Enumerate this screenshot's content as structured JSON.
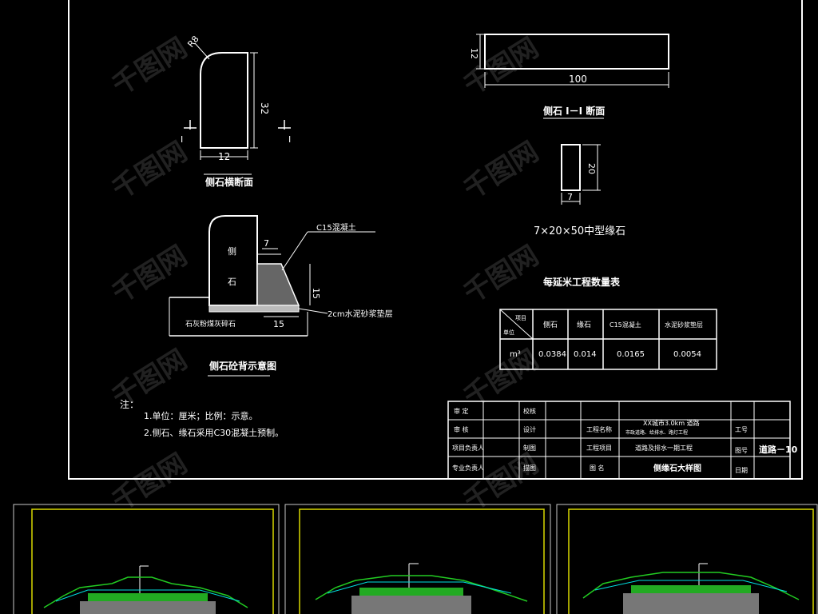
{
  "drawing": {
    "curb_section": {
      "title": "侧石横断面",
      "dim_radius": "R8",
      "dim_height": "32",
      "dim_width": "12",
      "cut_mark_left": "I",
      "cut_mark_right": "I"
    },
    "install_detail": {
      "title": "侧石砼背示意图",
      "curb_label_1": "侧",
      "curb_label_2": "石",
      "concrete_label": "C15混凝土",
      "mortar_label": "2cm水泥砂浆垫层",
      "base_label": "石灰粉煤灰碎石",
      "dim_top": "7",
      "dim_height": "15",
      "dim_bottom": "15"
    },
    "section_1_1": {
      "title": "侧石 I－I 断面",
      "dim_height": "12",
      "dim_length": "100"
    },
    "flat_stone": {
      "title": "7×20×50中型缘石",
      "dim_height": "20",
      "dim_width": "7"
    },
    "quantity_table": {
      "title": "每延米工程数量表",
      "header_corner_top": "项目",
      "header_corner_bottom": "单位",
      "columns": [
        "侧石",
        "缘石",
        "C15混凝土",
        "水泥砂浆垫层"
      ],
      "unit": "m³",
      "values": [
        "0.0384",
        "0.014",
        "0.0165",
        "0.0054"
      ]
    },
    "notes": {
      "heading": "注：",
      "line1": "1.单位：厘米；比例：示意。",
      "line2": "2.侧石、缘石采用C30混凝土预制。"
    },
    "title_block": {
      "role1": "审  定",
      "role2": "审  核",
      "role3": "项目负责人",
      "role4": "专业负责人",
      "role5": "校核",
      "role6": "设计",
      "role7": "制图",
      "role8": "描图",
      "proj_name_label": "工程名称",
      "proj_name": "XX城市3.0km 道路",
      "proj_name_sub": "市政道路、给排水、路灯工程",
      "proj_item_label": "工程项目",
      "proj_item": "道路及排水一期工程",
      "drawing_name_label": "图  名",
      "drawing_name": "侧缘石大样图",
      "phase_label": "工号",
      "drawing_no_label": "图号",
      "drawing_no": "道路－10",
      "date_label": "日期"
    }
  },
  "watermark": "千图网"
}
